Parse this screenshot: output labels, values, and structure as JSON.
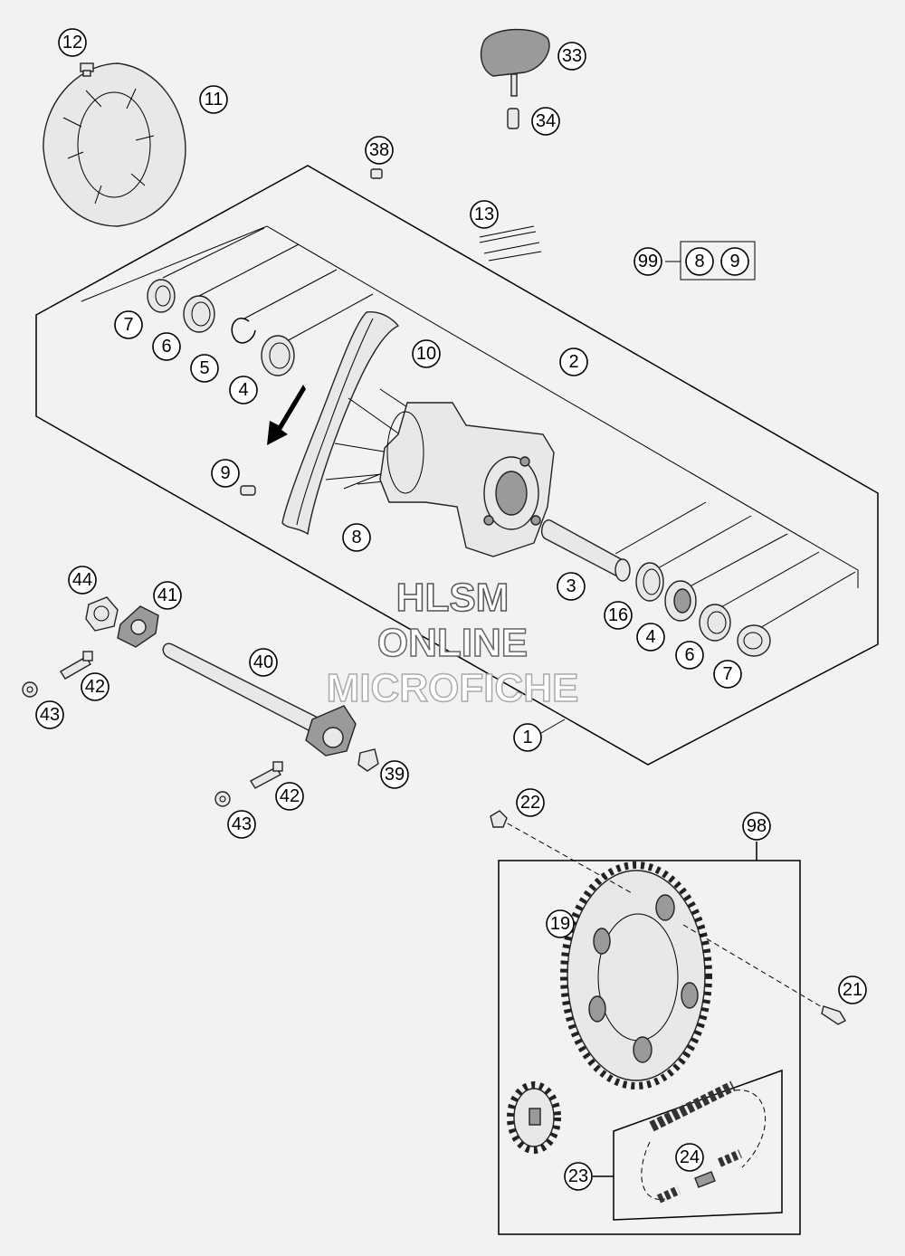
{
  "watermark": {
    "line1": "HLSM",
    "line2": "ONLINE",
    "line3": "MICROFICHE"
  },
  "callouts": {
    "c12": "12",
    "c11": "11",
    "c33": "33",
    "c34": "34",
    "c38": "38",
    "c13": "13",
    "c99": "99",
    "c99_8": "8",
    "c99_9": "9",
    "c7a": "7",
    "c6a": "6",
    "c5": "5",
    "c4a": "4",
    "c10": "10",
    "c2": "2",
    "c9": "9",
    "c8": "8",
    "c3": "3",
    "c16": "16",
    "c4b": "4",
    "c6b": "6",
    "c7b": "7",
    "c1": "1",
    "c44": "44",
    "c41": "41",
    "c40": "40",
    "c42a": "42",
    "c43a": "43",
    "c39": "39",
    "c42b": "42",
    "c43b": "43",
    "c22": "22",
    "c98": "98",
    "c19": "19",
    "c21": "21",
    "c23": "23",
    "c24": "24"
  }
}
